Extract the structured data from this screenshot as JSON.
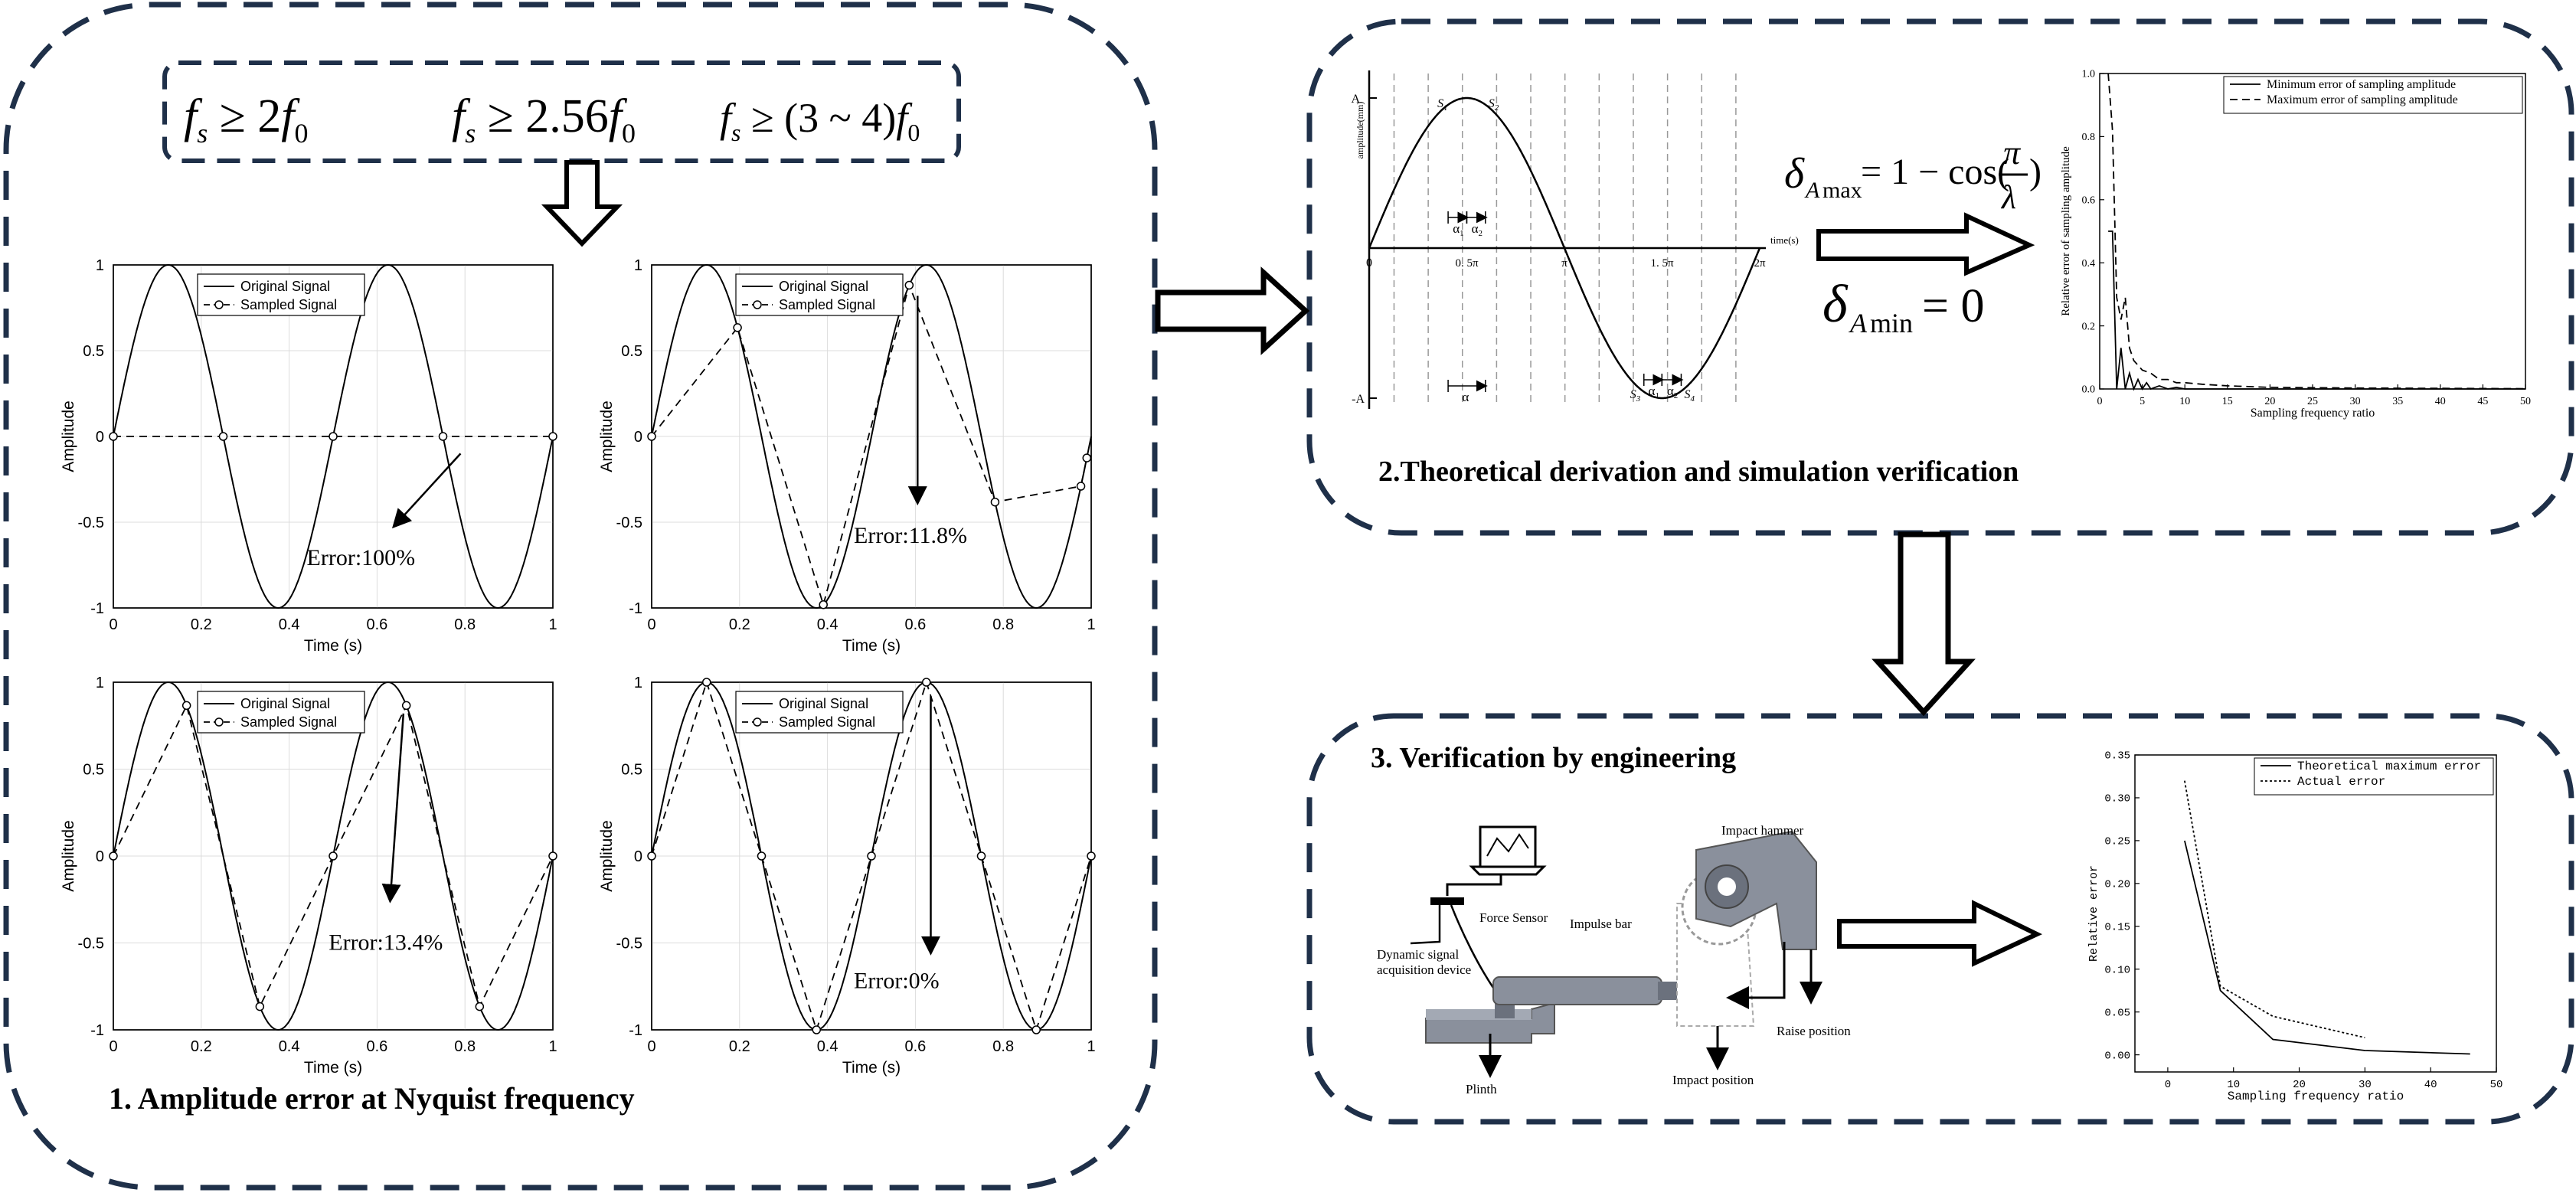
{
  "colors": {
    "frame": "#1f3049",
    "ink": "#000000",
    "grid": "#d9d9d9",
    "device": "#8a909c",
    "deviceDark": "#6b717d"
  },
  "panel1": {
    "title": "1. Amplitude error at Nyquist frequency",
    "formulas": {
      "f1": {
        "lhs": "f",
        "sub": "s",
        "op": " ≥ 2",
        "var": "f",
        "vsub": "0"
      },
      "f2": {
        "lhs": "f",
        "sub": "s",
        "op": " ≥ 2.56",
        "var": "f",
        "vsub": "0"
      },
      "f3": {
        "lhs": "f",
        "sub": "s",
        "op": " ≥ (3 ~ 4)",
        "var": "f",
        "vsub": "0"
      }
    },
    "plots": [
      {
        "legend": [
          "Original Signal",
          "Sampled Signal"
        ],
        "xlabel": "Time (s)",
        "ylabel": "Amplitude",
        "error": "Error:100%",
        "xticks": [
          "0",
          "0.2",
          "0.4",
          "0.6",
          "0.8",
          "1"
        ],
        "yticks": [
          "1",
          "0.5",
          "0",
          "-0.5",
          "-1"
        ]
      },
      {
        "legend": [
          "Original Signal",
          "Sampled Signal"
        ],
        "xlabel": "Time (s)",
        "ylabel": "Amplitude",
        "error": "Error:11.8%",
        "xticks": [
          "0",
          "0.2",
          "0.4",
          "0.6",
          "0.8",
          "1"
        ],
        "yticks": [
          "1",
          "0.5",
          "0",
          "-0.5",
          "-1"
        ]
      },
      {
        "legend": [
          "Original Signal",
          "Sampled Signal"
        ],
        "xlabel": "Time (s)",
        "ylabel": "Amplitude",
        "error": "Error:13.4%",
        "xticks": [
          "0",
          "0.2",
          "0.4",
          "0.6",
          "0.8",
          "1"
        ],
        "yticks": [
          "1",
          "0.5",
          "0",
          "-0.5",
          "-1"
        ]
      },
      {
        "legend": [
          "Original Signal",
          "Sampled Signal"
        ],
        "xlabel": "Time (s)",
        "ylabel": "Amplitude",
        "error": "Error:0%",
        "xticks": [
          "0",
          "0.2",
          "0.4",
          "0.6",
          "0.8",
          "1"
        ],
        "yticks": [
          "1",
          "0.5",
          "0",
          "-0.5",
          "-1"
        ]
      }
    ]
  },
  "panel2": {
    "title": "2.Theoretical derivation and simulation verification",
    "sine": {
      "ylabel": "amplitude(mm)",
      "xlabel": "time(s)",
      "A": "A",
      "negA": "-A",
      "zero": "0",
      "ticks": [
        "0. 5π",
        "π",
        "1. 5π",
        "2π"
      ],
      "S1": "S",
      "S1sub": "1",
      "S2": "S",
      "S2sub": "2",
      "S3": "S",
      "S3sub": "3",
      "S4": "S",
      "S4sub": "4",
      "alpha": "α",
      "a1": "α",
      "a1sub": "1",
      "a2": "α",
      "a2sub": "2"
    },
    "eqMax": {
      "delta": "δ",
      "sub": "A",
      "subsub": "max",
      "rhs": " = 1 − cos(",
      "num": "π",
      "den": "λ",
      "close": ")"
    },
    "eqMin": {
      "delta": "δ",
      "sub": "A",
      "subsub": "min",
      "rhs": " = 0"
    }
  },
  "panel3": {
    "title": "3. Verification by engineering",
    "labels": {
      "hammer": "Impact hammer",
      "force": "Force Sensor",
      "bar": "Impulse bar",
      "daq1": "Dynamic signal",
      "daq2": "acquisition device",
      "raise": "Raise position",
      "impact": "Impact position",
      "plinth": "Plinth"
    }
  },
  "chart_data": [
    {
      "type": "line",
      "xlabel": "Sampling frequency ratio",
      "ylabel": "Relative error of sampling amplitude",
      "xlim": [
        0,
        50
      ],
      "ylim": [
        0,
        1
      ],
      "xticks": [
        0,
        5,
        10,
        15,
        20,
        25,
        30,
        35,
        40,
        45,
        50
      ],
      "yticks": [
        0,
        0.2,
        0.4,
        0.6,
        0.8,
        1.0
      ],
      "legend_position": "top-right",
      "series": [
        {
          "name": "Minimum error of sampling amplitude",
          "style": "solid",
          "x": [
            1,
            1.5,
            2,
            2.5,
            3,
            3.5,
            4,
            4.5,
            5,
            5.5,
            6,
            7,
            8,
            9,
            10,
            15,
            20,
            30,
            50
          ],
          "y": [
            0.5,
            0.5,
            0,
            0.13,
            0,
            0.05,
            0,
            0.03,
            0,
            0.02,
            0,
            0.01,
            0,
            0.005,
            0,
            0,
            0,
            0,
            0
          ]
        },
        {
          "name": "Maximum error of sampling amplitude",
          "style": "dashed",
          "x": [
            1,
            1.5,
            2,
            2.5,
            3,
            3.5,
            4,
            5,
            6,
            7,
            8,
            9,
            10,
            12,
            15,
            20,
            30,
            50
          ],
          "y": [
            1.0,
            0.82,
            0.29,
            0.22,
            0.29,
            0.13,
            0.09,
            0.06,
            0.05,
            0.03,
            0.03,
            0.02,
            0.02,
            0.015,
            0.01,
            0.005,
            0.003,
            0.001
          ]
        }
      ]
    },
    {
      "type": "line",
      "xlabel": "Sampling frequency ratio",
      "ylabel": "Relative error",
      "xlim": [
        -5,
        50
      ],
      "ylim": [
        -0.02,
        0.35
      ],
      "xticks": [
        0,
        10,
        20,
        30,
        40,
        50
      ],
      "yticks": [
        0.0,
        0.05,
        0.1,
        0.15,
        0.2,
        0.25,
        0.3,
        0.35
      ],
      "legend_position": "top-right",
      "series": [
        {
          "name": "Theoretical maximum error",
          "style": "solid",
          "x": [
            2.56,
            8,
            16,
            30,
            46
          ],
          "y": [
            0.25,
            0.075,
            0.018,
            0.005,
            0.001
          ]
        },
        {
          "name": "Actual error",
          "style": "dotted",
          "x": [
            2.56,
            8,
            16,
            30
          ],
          "y": [
            0.32,
            0.08,
            0.045,
            0.02
          ]
        }
      ]
    }
  ]
}
